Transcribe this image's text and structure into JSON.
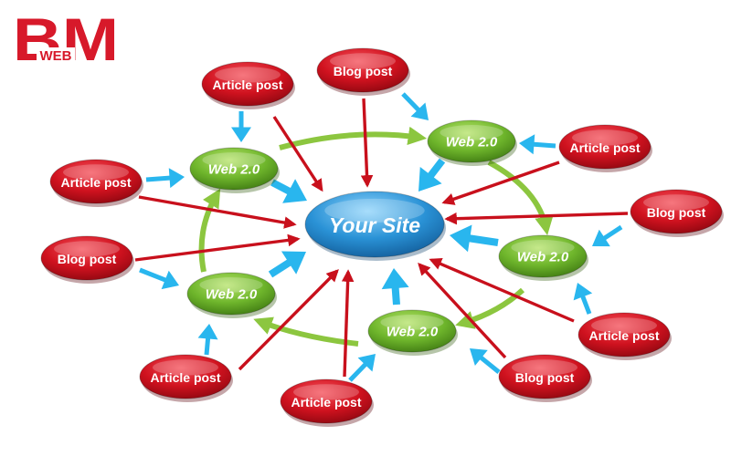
{
  "logo": {
    "letters": "BM",
    "sub": "WEB"
  },
  "center": {
    "label": "Your Site"
  },
  "web20_nodes": [
    {
      "id": "w1",
      "label": "Web 2.0"
    },
    {
      "id": "w2",
      "label": "Web 2.0"
    },
    {
      "id": "w3",
      "label": "Web 2.0"
    },
    {
      "id": "w4",
      "label": "Web 2.0"
    },
    {
      "id": "w5",
      "label": "Web 2.0"
    }
  ],
  "posts": [
    {
      "id": "p1",
      "label": "Article post"
    },
    {
      "id": "p2",
      "label": "Blog post"
    },
    {
      "id": "p3",
      "label": "Article post"
    },
    {
      "id": "p4",
      "label": "Article post"
    },
    {
      "id": "p5",
      "label": "Blog post"
    },
    {
      "id": "p6",
      "label": "Blog post"
    },
    {
      "id": "p7",
      "label": "Article post"
    },
    {
      "id": "p8",
      "label": "Blog post"
    },
    {
      "id": "p9",
      "label": "Article post"
    },
    {
      "id": "p10",
      "label": "Article post"
    }
  ],
  "colors": {
    "brand": "#d7192a",
    "red_node": "#d0121f",
    "green_node": "#6fb62c",
    "blue_node": "#2a92d6",
    "red_arrow": "#c8101c",
    "green_arrow": "#8cc63f",
    "blue_arrow": "#29b6ee"
  }
}
